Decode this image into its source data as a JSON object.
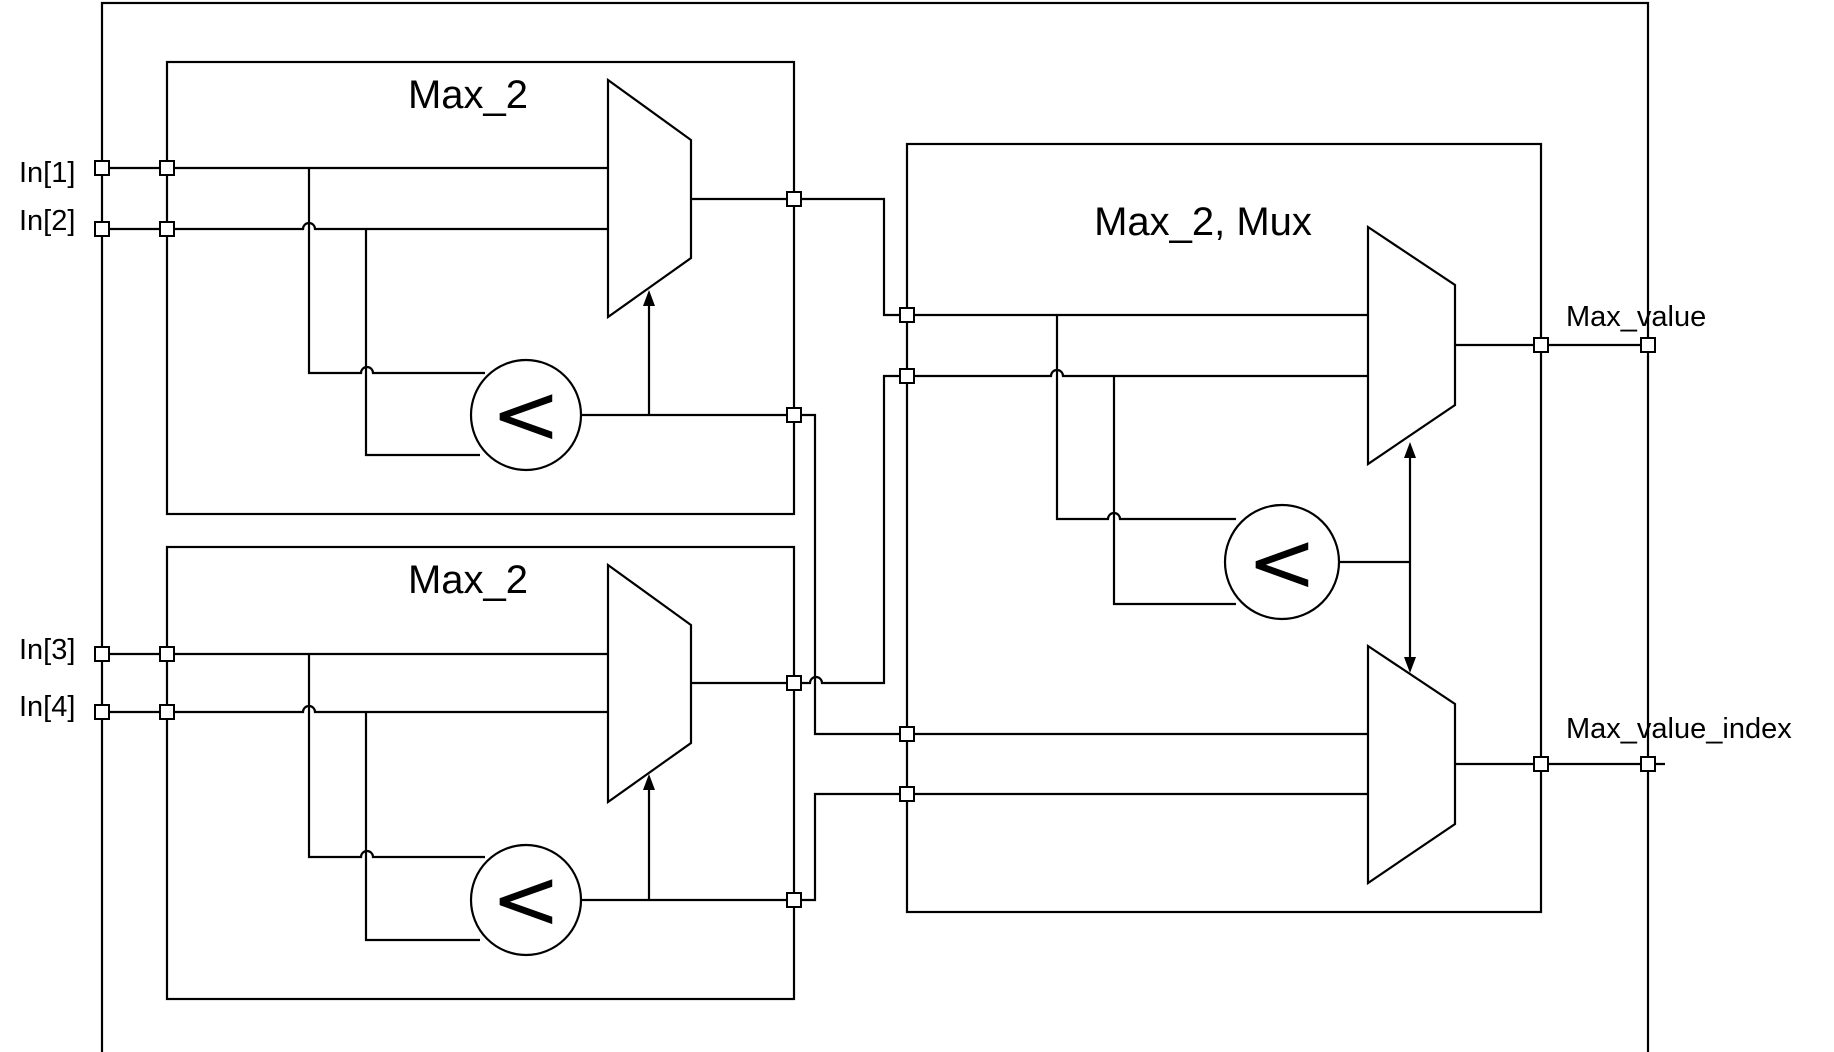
{
  "outer_box": {},
  "blocks": {
    "max2_top": {
      "title": "Max_2"
    },
    "max2_bottom": {
      "title": "Max_2"
    },
    "max2_mux": {
      "title": "Max_2, Mux"
    }
  },
  "inputs": [
    "In[1]",
    "In[2]",
    "In[3]",
    "In[4]"
  ],
  "outputs": [
    "Max_value",
    "Max_value_index"
  ],
  "comparator_symbol": "<"
}
